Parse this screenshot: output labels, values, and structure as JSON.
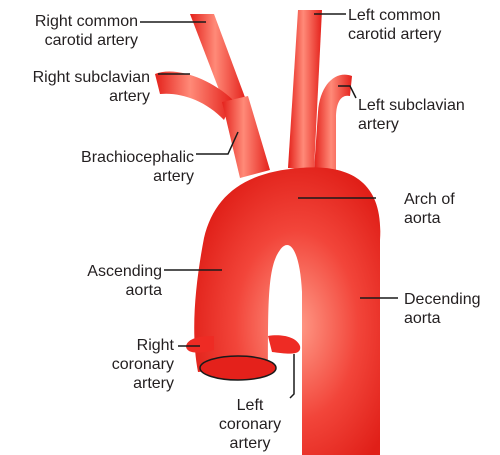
{
  "colors": {
    "artery": "#ee2b24",
    "artery_highlight": "#ff8f7c",
    "artery_outline": "#1a1a1a",
    "leader": "#1a1a1a",
    "text": "#231f20",
    "background": "#ffffff"
  },
  "labels": {
    "right_common_carotid": "Right common\ncarotid artery",
    "left_common_carotid": "Left common\ncarotid artery",
    "right_subclavian": "Right subclavian\nartery",
    "left_subclavian": "Left subclavian\nartery",
    "brachiocephalic": "Brachiocephalic\nartery",
    "arch_of_aorta": "Arch of\naorta",
    "ascending_aorta": "Ascending\naorta",
    "decending_aorta": "Decending\naorta",
    "right_coronary": "Right\ncoronary\nartery",
    "left_coronary": "Left\ncoronary\nartery"
  }
}
